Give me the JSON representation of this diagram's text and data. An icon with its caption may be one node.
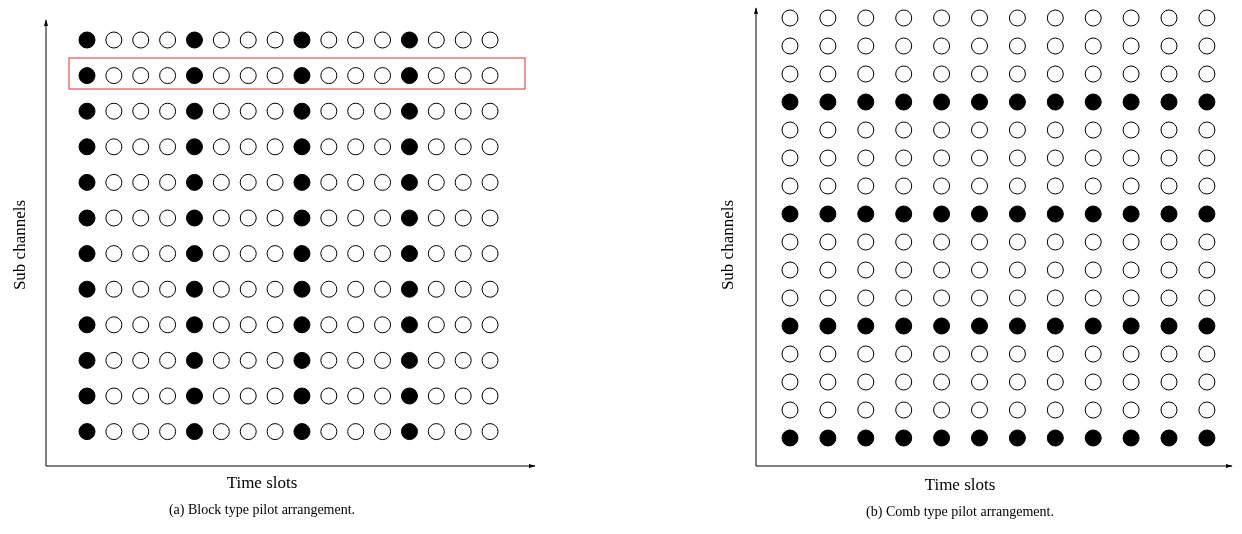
{
  "diagram": {
    "labels": [
      "Sub channels",
      "Time slots",
      "(a) Block type pilot arrangement.",
      "Sub channels",
      "Time slots",
      "(b) Comb type pilot arrangement."
    ]
  }
}
